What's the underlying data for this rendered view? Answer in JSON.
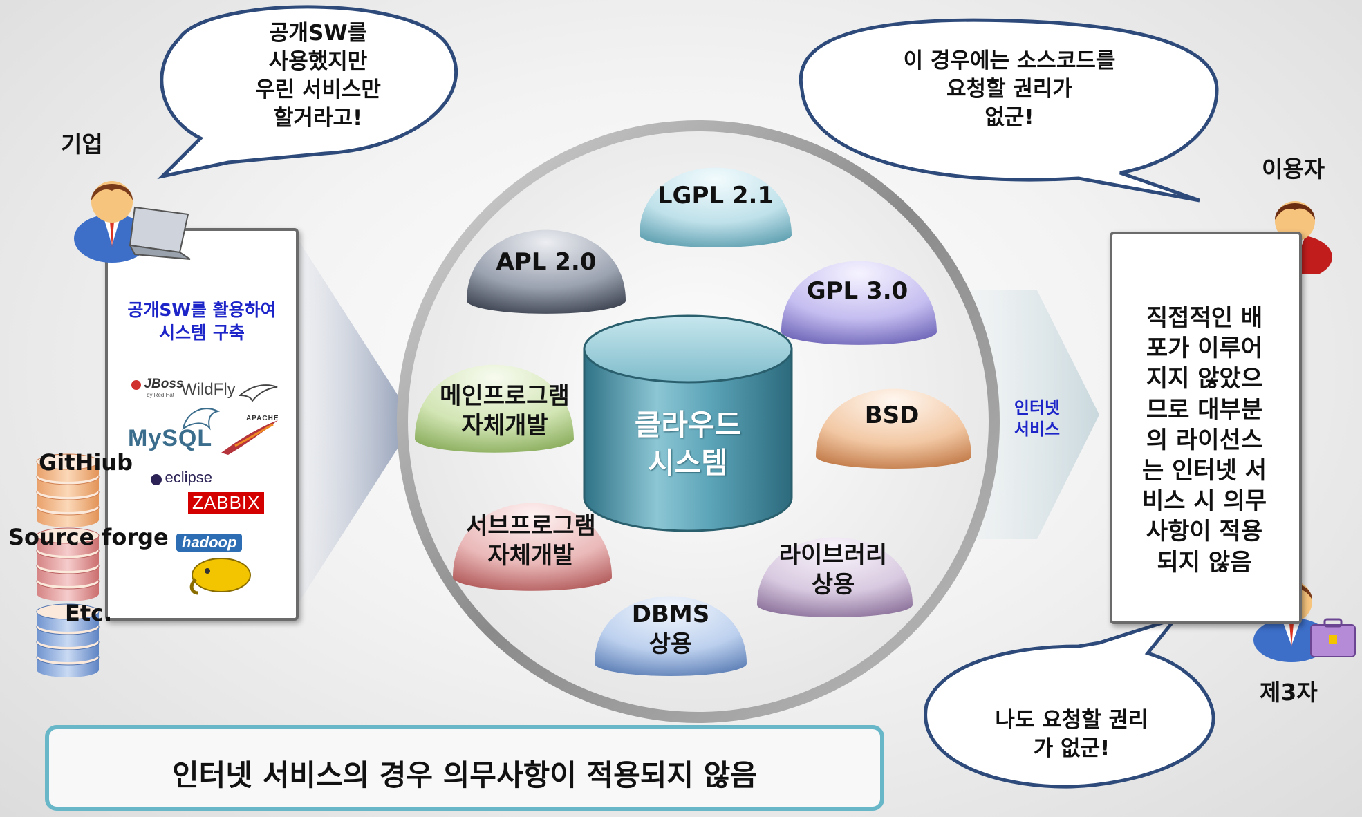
{
  "bubbles": {
    "company": [
      "공개SW를",
      "사용했지만",
      "우린 서비스만",
      "할거라고!"
    ],
    "user": [
      "이 경우에는 소스코드를",
      "요청할 권리가",
      "없군!"
    ],
    "third": [
      "나도 요청할 권리",
      "가 없군!"
    ]
  },
  "actors": {
    "company": "기업",
    "user": "이용자",
    "third": "제3자"
  },
  "left_panel": {
    "caption": "공개SW를 활용하여\n시스템 구축",
    "logos": {
      "jboss": "JBoss",
      "jboss_sub": "by Red Hat",
      "wildfly": "WildFly",
      "mysql": "MySQL",
      "apache": "APACHE",
      "eclipse": "eclipse",
      "zabbix": "ZABBIX",
      "hadoop": "hadoop"
    }
  },
  "repos": {
    "github": "GitHiub",
    "sourceforge": "Source forge",
    "etc": "Etc."
  },
  "center": {
    "cylinder": "클라우드\n시스템",
    "domes": {
      "lgpl": "LGPL 2.1",
      "apl": "APL 2.0",
      "gpl": "GPL 3.0",
      "main": "메인프로그램\n자체개발",
      "bsd": "BSD",
      "sub": "서브프로그램\n자체개발",
      "lib": "라이브러리\n상용",
      "dbms": "DBMS\n상용"
    }
  },
  "arrow_right_label": "인터넷\n서비스",
  "right_panel": {
    "text": [
      "직접적인 배",
      "포가 이루어",
      "지지 않았으",
      "므로 대부분",
      "의 라이선스",
      "는 인터넷 서",
      "비스 시 의무",
      "사항이 적용",
      "되지 않음"
    ]
  },
  "bottom_banner": "인터넷 서비스의 경우 의무사항이 적용되지 않음"
}
